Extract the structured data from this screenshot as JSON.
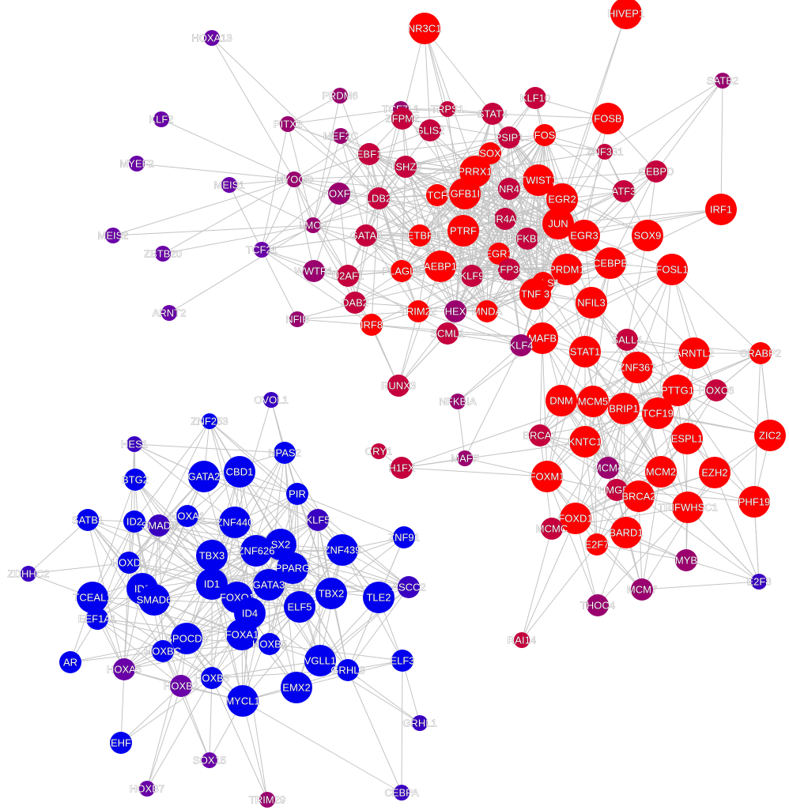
{
  "graph": {
    "colors": {
      "background": "#ffffff",
      "edge": "#c4c4c4",
      "label": "#ffffff",
      "blue": "#0000ee",
      "indigo": "#3a00c2",
      "purple": "#6a00a8",
      "magenta": "#9a006e",
      "crimson": "#c5003d",
      "red": "#ff0000"
    },
    "nodes": [
      {
        "id": "HIVEP1",
        "label": "HIVEP1",
        "color": "red",
        "size": "l"
      },
      {
        "id": "NR3C1",
        "label": "NR3C1",
        "color": "red",
        "size": "l"
      },
      {
        "id": "HOXA13",
        "label": "HOXA13",
        "color": "purple",
        "size": "s"
      },
      {
        "id": "SATB2",
        "label": "SATB2",
        "color": "magenta",
        "size": "s"
      },
      {
        "id": "PRDM6",
        "label": "PRDM6",
        "color": "magenta",
        "size": "s"
      },
      {
        "id": "TCF7L1",
        "label": "TCF7L1",
        "color": "magenta",
        "size": "s"
      },
      {
        "id": "KLF10",
        "label": "KLF10",
        "color": "crimson",
        "size": "m"
      },
      {
        "id": "TRPS1",
        "label": "TRPS1",
        "color": "crimson",
        "size": "s"
      },
      {
        "id": "ZFPM2",
        "label": "ZFPM2",
        "color": "crimson",
        "size": "m"
      },
      {
        "id": "STAT4",
        "label": "STAT4",
        "color": "crimson",
        "size": "m"
      },
      {
        "id": "KLF2",
        "label": "KLF2",
        "color": "purple",
        "size": "s"
      },
      {
        "id": "PITX2",
        "label": "PITX2",
        "color": "magenta",
        "size": "s"
      },
      {
        "id": "GLIS2",
        "label": "GLIS2",
        "color": "crimson",
        "size": "m"
      },
      {
        "id": "FOSB",
        "label": "FOSB",
        "color": "red",
        "size": "l"
      },
      {
        "id": "PSIP1",
        "label": "PSIP1",
        "color": "crimson",
        "size": "m"
      },
      {
        "id": "FOS",
        "label": "FOS",
        "color": "red",
        "size": "m"
      },
      {
        "id": "MEF2C",
        "label": "MEF2C",
        "color": "magenta",
        "size": "s"
      },
      {
        "id": "EBF1",
        "label": "EBF1",
        "color": "crimson",
        "size": "m"
      },
      {
        "id": "ZNF331",
        "label": "ZNF331",
        "color": "crimson",
        "size": "s"
      },
      {
        "id": "SOX",
        "label": "SOX",
        "color": "red",
        "size": "m"
      },
      {
        "id": "MYEF2",
        "label": "MYEF2",
        "color": "purple",
        "size": "s"
      },
      {
        "id": "TSHZ3",
        "label": "TSHZ3",
        "color": "crimson",
        "size": "m"
      },
      {
        "id": "CEBPD",
        "label": "CEBPD",
        "color": "crimson",
        "size": "m"
      },
      {
        "id": "PRRX1",
        "label": "PRRX1",
        "color": "red",
        "size": "l"
      },
      {
        "id": "TWIST1",
        "label": "TWIST1",
        "color": "red",
        "size": "l"
      },
      {
        "id": "MEIS1",
        "label": "MEIS1",
        "color": "purple",
        "size": "s"
      },
      {
        "id": "MYOCD",
        "label": "MYOCD",
        "color": "magenta",
        "size": "s"
      },
      {
        "id": "FOXF1",
        "label": "FOXF1",
        "color": "magenta",
        "size": "m"
      },
      {
        "id": "TCF",
        "label": "TCF",
        "color": "red",
        "size": "m"
      },
      {
        "id": "TGFB1I1",
        "label": "TGFB1I1",
        "color": "red",
        "size": "l"
      },
      {
        "id": "NR4",
        "label": "NR4",
        "color": "crimson",
        "size": "m"
      },
      {
        "id": "ATF3",
        "label": "ATF3",
        "color": "crimson",
        "size": "m"
      },
      {
        "id": "EGR2",
        "label": "EGR2",
        "color": "red",
        "size": "l"
      },
      {
        "id": "LDB2",
        "label": "LDB2",
        "color": "crimson",
        "size": "m"
      },
      {
        "id": "IRF1",
        "label": "IRF1",
        "color": "red",
        "size": "l"
      },
      {
        "id": "JUN",
        "label": "JUN",
        "color": "red",
        "size": "l"
      },
      {
        "id": "LMO3",
        "label": "LMO3",
        "color": "magenta",
        "size": "s"
      },
      {
        "id": "NR4A2",
        "label": "NR4A2",
        "color": "crimson",
        "size": "m"
      },
      {
        "id": "MEIS2",
        "label": "MEIS2",
        "color": "purple",
        "size": "s"
      },
      {
        "id": "GATA6",
        "label": "GATA6",
        "color": "crimson",
        "size": "m"
      },
      {
        "id": "SETBP1",
        "label": "SETBP1",
        "color": "red",
        "size": "m"
      },
      {
        "id": "PTRF",
        "label": "PTRF",
        "color": "red",
        "size": "l"
      },
      {
        "id": "NFKBIZ",
        "label": "NFKBIZ",
        "color": "crimson",
        "size": "m"
      },
      {
        "id": "EGR3",
        "label": "EGR3",
        "color": "red",
        "size": "l"
      },
      {
        "id": "SOX9",
        "label": "SOX9",
        "color": "red",
        "size": "l"
      },
      {
        "id": "ZBTB20",
        "label": "ZBTB20",
        "color": "purple",
        "size": "s"
      },
      {
        "id": "TCF21",
        "label": "TCF21",
        "color": "purple",
        "size": "s"
      },
      {
        "id": "EGR1",
        "label": "EGR1",
        "color": "red",
        "size": "m"
      },
      {
        "id": "FOSL1",
        "label": "FOSL1",
        "color": "red",
        "size": "l"
      },
      {
        "id": "CEBPB",
        "label": "CEBPB",
        "color": "red",
        "size": "l"
      },
      {
        "id": "PRDM1",
        "label": "PRDM1",
        "color": "red",
        "size": "l"
      },
      {
        "id": "WWTR1",
        "label": "WWTR1",
        "color": "magenta",
        "size": "m"
      },
      {
        "id": "U2AF1",
        "label": "U2AF1",
        "color": "crimson",
        "size": "m"
      },
      {
        "id": "PLAGL1",
        "label": "PLAGL1",
        "color": "red",
        "size": "m"
      },
      {
        "id": "AEBP1",
        "label": "AEBP1",
        "color": "red",
        "size": "l"
      },
      {
        "id": "ZFP36",
        "label": "ZFP36",
        "color": "crimson",
        "size": "m"
      },
      {
        "id": "HCLS1",
        "label": "HCLS1",
        "color": "red",
        "size": "m"
      },
      {
        "id": "KLF9",
        "label": "KLF9",
        "color": "crimson",
        "size": "m"
      },
      {
        "id": "TNF3",
        "label": "TNF 3",
        "color": "red",
        "size": "l"
      },
      {
        "id": "NFIL3",
        "label": "NFIL3",
        "color": "red",
        "size": "l"
      },
      {
        "id": "ARNT2",
        "label": "ARNT2",
        "color": "purple",
        "size": "s"
      },
      {
        "id": "DAB2",
        "label": "DAB2",
        "color": "crimson",
        "size": "m"
      },
      {
        "id": "NFIB",
        "label": "NFIB",
        "color": "magenta",
        "size": "s"
      },
      {
        "id": "TRIM22",
        "label": "TRIM22",
        "color": "red",
        "size": "m"
      },
      {
        "id": "HEX",
        "label": "HEX",
        "color": "magenta",
        "size": "m"
      },
      {
        "id": "MNDA",
        "label": "MNDA",
        "color": "red",
        "size": "m"
      },
      {
        "id": "IRF8",
        "label": "IRF8",
        "color": "red",
        "size": "m"
      },
      {
        "id": "SCML1",
        "label": "SCML1",
        "color": "crimson",
        "size": "m"
      },
      {
        "id": "MAFB",
        "label": "MAFB",
        "color": "red",
        "size": "l"
      },
      {
        "id": "KLF4",
        "label": "KLF4",
        "color": "magenta",
        "size": "m"
      },
      {
        "id": "SALL4",
        "label": "SALL4",
        "color": "crimson",
        "size": "m"
      },
      {
        "id": "STAT1",
        "label": "STAT1",
        "color": "red",
        "size": "l"
      },
      {
        "id": "ARNTL2",
        "label": "ARNTL2",
        "color": "red",
        "size": "l"
      },
      {
        "id": "CRABP2",
        "label": "CRABP2",
        "color": "red",
        "size": "m"
      },
      {
        "id": "ZNF367",
        "label": "ZNF367",
        "color": "red",
        "size": "l"
      },
      {
        "id": "RUNX3",
        "label": "RUNX3",
        "color": "crimson",
        "size": "m"
      },
      {
        "id": "OVOL1",
        "label": "OVOL1",
        "color": "indigo",
        "size": "s"
      },
      {
        "id": "NFKBIA",
        "label": "NFKBIA",
        "color": "magenta",
        "size": "s"
      },
      {
        "id": "PTTG1",
        "label": "PTTG1",
        "color": "red",
        "size": "l"
      },
      {
        "id": "HOXC6",
        "label": "HOXC6",
        "color": "crimson",
        "size": "m"
      },
      {
        "id": "DNM",
        "label": "DNM",
        "color": "red",
        "size": "l"
      },
      {
        "id": "MCM5",
        "label": "MCM5",
        "color": "red",
        "size": "l"
      },
      {
        "id": "BRIP1",
        "label": "BRIP1",
        "color": "red",
        "size": "l"
      },
      {
        "id": "TCF19",
        "label": "TCF19",
        "color": "red",
        "size": "l"
      },
      {
        "id": "ZNF253",
        "label": "ZNF253",
        "color": "blue",
        "size": "s"
      },
      {
        "id": "HES1",
        "label": "HES1",
        "color": "indigo",
        "size": "s"
      },
      {
        "id": "NPAS2",
        "label": "NPAS2",
        "color": "blue",
        "size": "m"
      },
      {
        "id": "ESPL1",
        "label": "ESPL1",
        "color": "red",
        "size": "l"
      },
      {
        "id": "BRCA1",
        "label": "BRCA1",
        "color": "crimson",
        "size": "m"
      },
      {
        "id": "ZIC2",
        "label": "ZIC2",
        "color": "red",
        "size": "l"
      },
      {
        "id": "KNTC1",
        "label": "KNTC1",
        "color": "red",
        "size": "l"
      },
      {
        "id": "CRY1",
        "label": "CRY1",
        "color": "crimson",
        "size": "s"
      },
      {
        "id": "H1FX",
        "label": "H1FX",
        "color": "crimson",
        "size": "m"
      },
      {
        "id": "MAFF",
        "label": "MAFF",
        "color": "magenta",
        "size": "s"
      },
      {
        "id": "GATA2",
        "label": "GATA2",
        "color": "blue",
        "size": "l"
      },
      {
        "id": "CBD1",
        "label": "CBD1",
        "color": "blue",
        "size": "l"
      },
      {
        "id": "BTG2",
        "label": "BTG2",
        "color": "blue",
        "size": "m"
      },
      {
        "id": "FOXM1",
        "label": "FOXM1",
        "color": "red",
        "size": "l"
      },
      {
        "id": "MCM4",
        "label": "MCM4",
        "color": "magenta",
        "size": "m"
      },
      {
        "id": "MCM2",
        "label": "MCM2",
        "color": "red",
        "size": "l"
      },
      {
        "id": "EZH2",
        "label": "EZH2",
        "color": "red",
        "size": "l"
      },
      {
        "id": "PIR",
        "label": "PIR",
        "color": "blue",
        "size": "m"
      },
      {
        "id": "HMGB3",
        "label": "HMGB3",
        "color": "crimson",
        "size": "m"
      },
      {
        "id": "BRCA2",
        "label": "BRCA2",
        "color": "red",
        "size": "l"
      },
      {
        "id": "WHSC1",
        "label": "TRIFWHSC1",
        "color": "red",
        "size": "l"
      },
      {
        "id": "PHF19",
        "label": "PHF19",
        "color": "red",
        "size": "l"
      },
      {
        "id": "HOXA1",
        "label": "HOXA1",
        "color": "blue",
        "size": "m"
      },
      {
        "id": "KLF5",
        "label": "KLF5",
        "color": "indigo",
        "size": "m"
      },
      {
        "id": "SATB1",
        "label": "SATB1",
        "color": "blue",
        "size": "m"
      },
      {
        "id": "ID2",
        "label": "ID2",
        "color": "blue",
        "size": "m"
      },
      {
        "id": "SMAD3",
        "label": "SMAD3",
        "color": "indigo",
        "size": "m"
      },
      {
        "id": "ZNF440",
        "label": "ZNF440",
        "color": "blue",
        "size": "l"
      },
      {
        "id": "FOXD1",
        "label": "FOXD1",
        "color": "red",
        "size": "l"
      },
      {
        "id": "MCMC",
        "label": "MCMC",
        "color": "crimson",
        "size": "m"
      },
      {
        "id": "BARD1",
        "label": "BARD1",
        "color": "red",
        "size": "l"
      },
      {
        "id": "E2F7",
        "label": "E2F7",
        "color": "red",
        "size": "m"
      },
      {
        "id": "SOX2",
        "label": "SX2",
        "color": "blue",
        "size": "l"
      },
      {
        "id": "ZNF91",
        "label": "ZNF91",
        "color": "blue",
        "size": "m"
      },
      {
        "id": "ZNF626",
        "label": "ZNF626",
        "color": "blue",
        "size": "l"
      },
      {
        "id": "ZNF439",
        "label": "ZNF439",
        "color": "blue",
        "size": "l"
      },
      {
        "id": "MYB",
        "label": "MYB",
        "color": "magenta",
        "size": "m"
      },
      {
        "id": "HOXD1",
        "label": "HOXD1",
        "color": "blue",
        "size": "m"
      },
      {
        "id": "TBX3",
        "label": "TBX3",
        "color": "blue",
        "size": "l"
      },
      {
        "id": "PPARG",
        "label": "PPARG",
        "color": "blue",
        "size": "l"
      },
      {
        "id": "ZDHHC2",
        "label": "ZDHHC2",
        "color": "indigo",
        "size": "s"
      },
      {
        "id": "ID3",
        "label": "ID3",
        "color": "blue",
        "size": "l"
      },
      {
        "id": "GATA3",
        "label": "GATA3",
        "color": "blue",
        "size": "l"
      },
      {
        "id": "ID1",
        "label": "ID1",
        "color": "blue",
        "size": "l"
      },
      {
        "id": "TCEAL1",
        "label": "TCEAL1",
        "color": "blue",
        "size": "l"
      },
      {
        "id": "SMAD6",
        "label": "SMAD6",
        "color": "blue",
        "size": "l"
      },
      {
        "id": "TBX2",
        "label": "TBX2",
        "color": "blue",
        "size": "l"
      },
      {
        "id": "TLE2",
        "label": "TLE2",
        "color": "blue",
        "size": "l"
      },
      {
        "id": "ASCC2",
        "label": "ASCC2",
        "color": "indigo",
        "size": "m"
      },
      {
        "id": "MCM7",
        "label": "MCM7",
        "color": "magenta",
        "size": "m"
      },
      {
        "id": "E2F8",
        "label": "E2F8",
        "color": "indigo",
        "size": "s"
      },
      {
        "id": "FOXO1",
        "label": "FOXO1",
        "color": "blue",
        "size": "l"
      },
      {
        "id": "ELF5",
        "label": "ELF5",
        "color": "blue",
        "size": "l"
      },
      {
        "id": "EEF1A1",
        "label": "EEF1A1",
        "color": "blue",
        "size": "m"
      },
      {
        "id": "ID4",
        "label": "ID4",
        "color": "blue",
        "size": "l"
      },
      {
        "id": "THOC4",
        "label": "THOC4",
        "color": "magenta",
        "size": "m"
      },
      {
        "id": "FOXA1",
        "label": "FOXA1",
        "color": "blue",
        "size": "l"
      },
      {
        "id": "SPOCD1",
        "label": "SPOCD1",
        "color": "blue",
        "size": "l"
      },
      {
        "id": "HOXB5",
        "label": "HOXB5",
        "color": "blue",
        "size": "m"
      },
      {
        "id": "RAI14",
        "label": "RAI14",
        "color": "crimson",
        "size": "s"
      },
      {
        "id": "HOXBC",
        "label": "HOXBC",
        "color": "blue",
        "size": "m"
      },
      {
        "id": "AR",
        "label": "AR",
        "color": "blue",
        "size": "m"
      },
      {
        "id": "VGLL1",
        "label": "VGLL1",
        "color": "blue",
        "size": "l"
      },
      {
        "id": "ELF3",
        "label": "ELF3",
        "color": "blue",
        "size": "m"
      },
      {
        "id": "GRHL3",
        "label": "GRHL3",
        "color": "blue",
        "size": "m"
      },
      {
        "id": "HOXA5",
        "label": "HOXA5",
        "color": "purple",
        "size": "m"
      },
      {
        "id": "HOXB3",
        "label": "HOXB3",
        "color": "blue",
        "size": "m"
      },
      {
        "id": "HOXB2",
        "label": "HOXB2",
        "color": "purple",
        "size": "m"
      },
      {
        "id": "EMX2",
        "label": "EMX2",
        "color": "blue",
        "size": "l"
      },
      {
        "id": "MYCL1",
        "label": "MYCL1",
        "color": "blue",
        "size": "l"
      },
      {
        "id": "GRHL1",
        "label": "GRHL1",
        "color": "indigo",
        "size": "s"
      },
      {
        "id": "EHF",
        "label": "EHF",
        "color": "blue",
        "size": "m"
      },
      {
        "id": "SOX15",
        "label": "SOX15",
        "color": "purple",
        "size": "s"
      },
      {
        "id": "HOXB7",
        "label": "HOXB7",
        "color": "purple",
        "size": "s"
      },
      {
        "id": "TRIM29",
        "label": "TRIM29",
        "color": "magenta",
        "size": "s"
      },
      {
        "id": "CEBPA",
        "label": "CEBPA",
        "color": "indigo",
        "size": "s"
      }
    ]
  }
}
